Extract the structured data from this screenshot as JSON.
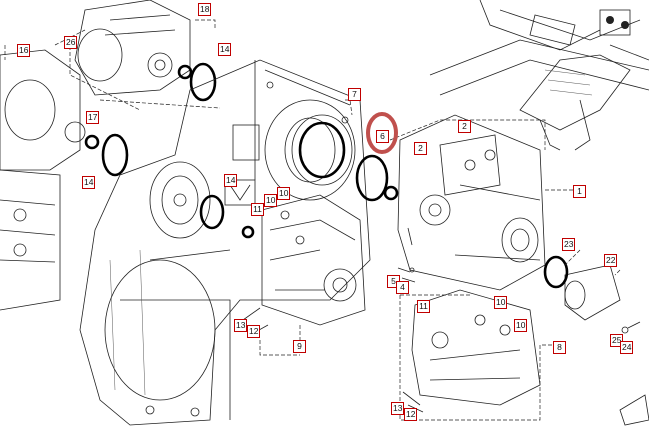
{
  "diagram": {
    "labels": {
      "l18": "18",
      "l14a": "14",
      "l16": "16",
      "l26": "26",
      "l17": "17",
      "l14b": "14",
      "l7": "7",
      "l6": "6",
      "l2a": "2",
      "l2b": "2",
      "l1": "1",
      "l14c": "14",
      "l10a": "10",
      "l10b": "10",
      "l11a": "11",
      "l23": "23",
      "l22": "22",
      "l5a": "5",
      "l4": "4",
      "l11b": "11",
      "l10c": "10",
      "l10d": "10",
      "l8": "8",
      "l13a": "13",
      "l12a": "12",
      "l9": "9",
      "l25": "25",
      "l24": "24",
      "l13b": "13",
      "l12b": "12"
    },
    "colors": {
      "label_border": "#c00000",
      "highlight": "#c0504d",
      "line": "#222222"
    }
  }
}
